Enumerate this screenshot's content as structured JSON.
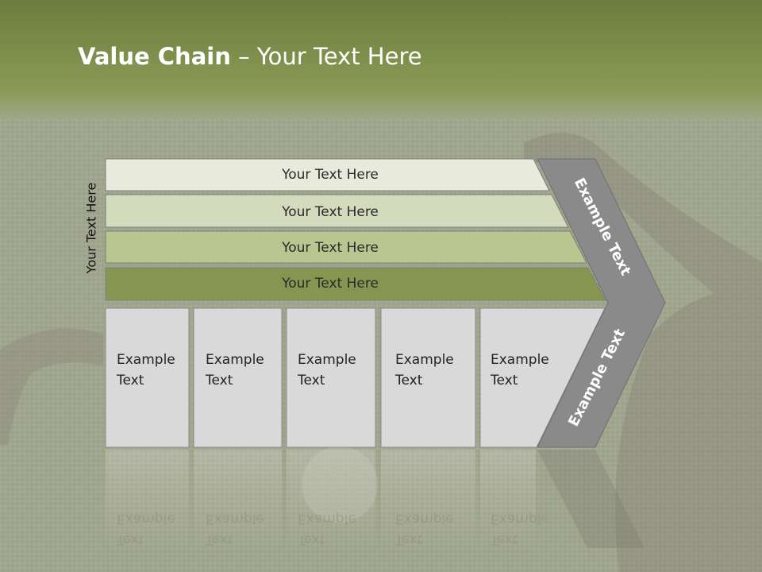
{
  "slide": {
    "title_bold": "Value Chain",
    "title_rest": " – Your Text Here",
    "side_label": "Your Text Here"
  },
  "bands": [
    {
      "label": "Your Text Here",
      "color": "#e8ebdc"
    },
    {
      "label": "Your Text Here",
      "color": "#d4dbbd"
    },
    {
      "label": "Your Text Here",
      "color": "#bac68f"
    },
    {
      "label": "Your Text Here",
      "color": "#869650"
    }
  ],
  "boxes": [
    {
      "line1": "Example",
      "line2": "Text"
    },
    {
      "line1": "Example",
      "line2": "Text"
    },
    {
      "line1": "Example",
      "line2": "Text"
    },
    {
      "line1": "Example",
      "line2": "Text"
    },
    {
      "line1": "Example",
      "line2": "Text"
    }
  ],
  "chevron": {
    "upper_label": "Example Text",
    "lower_label": "Example Text"
  },
  "colors": {
    "header": "#7f9048",
    "box_fill": "#d9d9d9",
    "chevron_fill": "#8a8a8a"
  }
}
